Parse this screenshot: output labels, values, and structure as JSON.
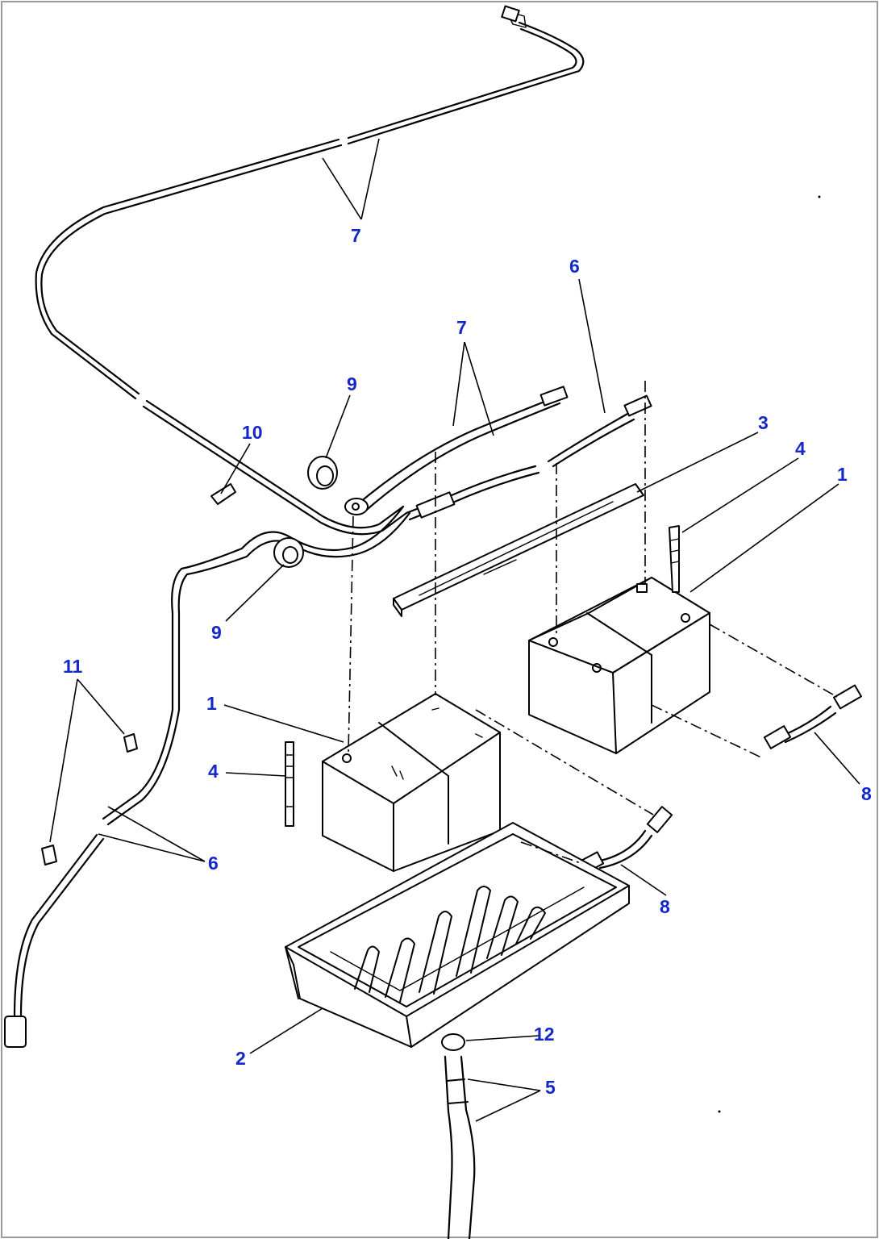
{
  "diagram": {
    "callouts": {
      "c7_top": "7",
      "c6_top": "6",
      "c7_mid": "7",
      "c9_upper": "9",
      "c10": "10",
      "c3": "3",
      "c4_right": "4",
      "c1_right": "1",
      "c9_lower": "9",
      "c11": "11",
      "c1_left": "1",
      "c4_left": "4",
      "c6_left": "6",
      "c8_right": "8",
      "c8_mid": "8",
      "c2": "2",
      "c12": "12",
      "c5": "5"
    },
    "colors": {
      "callout": "#1428c8",
      "line": "#000000",
      "frame": "#9a9a9a"
    }
  }
}
